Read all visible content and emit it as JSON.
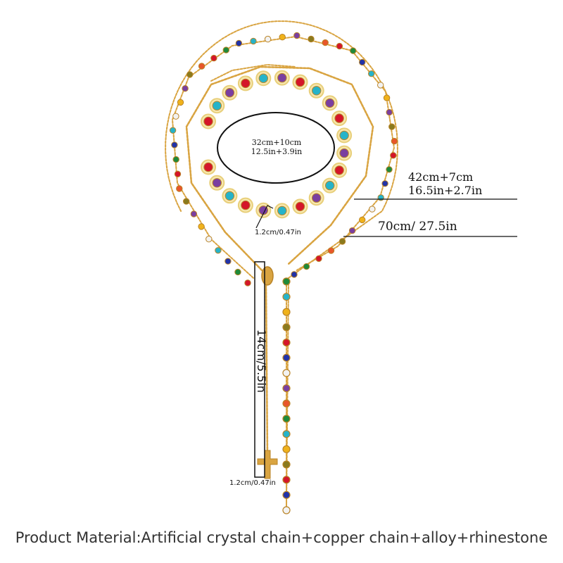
{
  "product": {
    "caption": "Product Material:Artificial crystal chain+copper chain+alloy+rhinestone"
  },
  "measurements": {
    "choker_cm": "32cm+10cm",
    "choker_in": "12.5in+3.9in",
    "mid_cm": "42cm+7cm",
    "mid_in": "16.5in+2.7in",
    "long": "70cm/ 27.5in",
    "bead_width_top": "1.2cm/0.47in",
    "drop_length": "14cm/5.5in",
    "bead_width_bottom": "1.2cm/0.47in"
  },
  "colors": {
    "gold": "#d9a441",
    "gold_dark": "#b98326",
    "gems": [
      "#d4162a",
      "#1f8a3a",
      "#2233a8",
      "#26b3c9",
      "#f2f2f2",
      "#f0b21a",
      "#7a3fa0",
      "#8a7a1e",
      "#e8562a"
    ]
  },
  "icons": {
    "cross": "cross-pendant-icon",
    "medal": "medal-icon"
  }
}
